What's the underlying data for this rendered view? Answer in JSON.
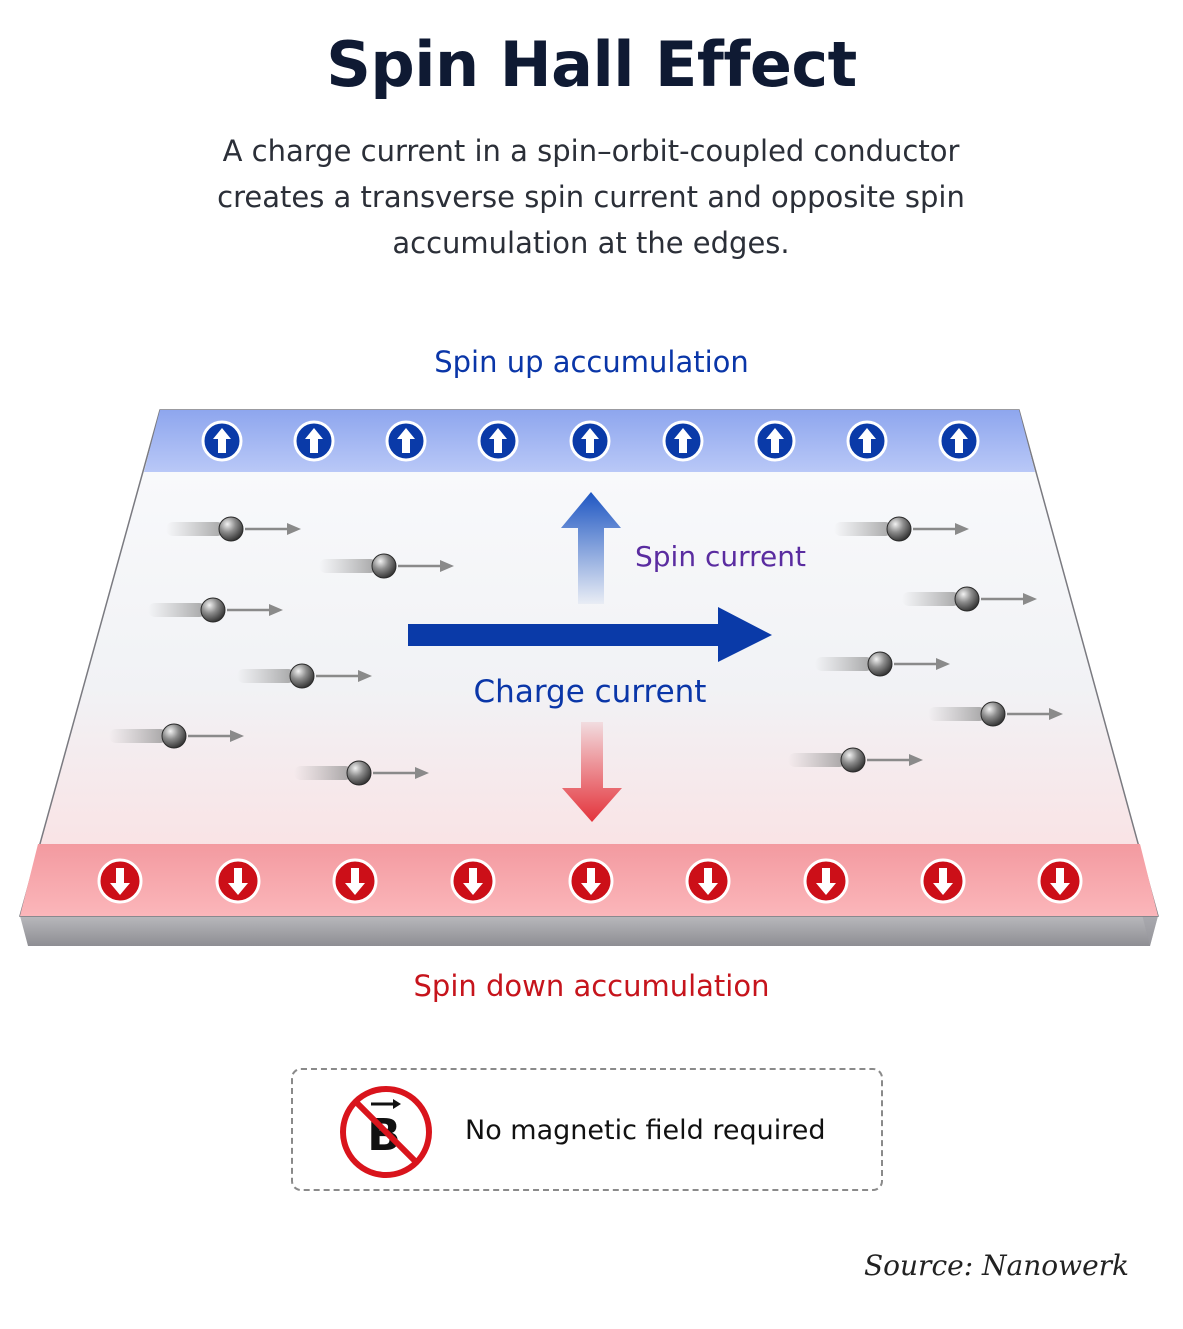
{
  "title": "Spin Hall Effect",
  "subtitle": "A charge current in a spin–orbit-coupled conductor creates a transverse spin current and opposite spin accumulation at the edges.",
  "labels": {
    "spin_up": "Spin up accumulation",
    "spin_down": "Spin down accumulation",
    "spin_current": "Spin current",
    "charge_current": "Charge current"
  },
  "note": {
    "text": "No magnetic field required",
    "icon_letter": "B",
    "icon": "no-magnetic-field-icon"
  },
  "source": "Source: Nanowerk",
  "colors": {
    "spin_up": "#0a3aa8",
    "spin_down": "#cc0f18",
    "spin_current_label": "#5a2ca0",
    "charge_current": "#0a36a8"
  }
}
